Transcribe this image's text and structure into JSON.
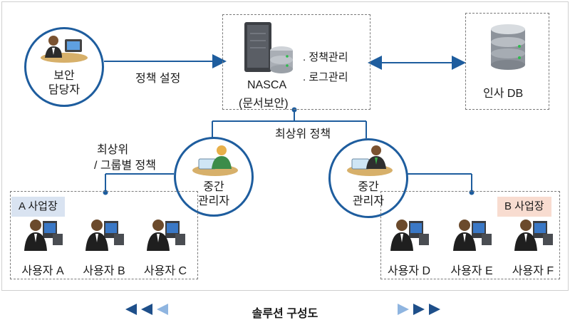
{
  "colors": {
    "line": "#1e5d9e",
    "arrow_dark": "#1e4f8a",
    "arrow_light": "#8fb5e0",
    "tag_a_bg": "#d9e3f1",
    "tag_b_bg": "#f8dcd0"
  },
  "server": {
    "name": "NASCA",
    "sub": "(문서보안)",
    "funcs": [
      ". 정책관리",
      ". 로그관리"
    ]
  },
  "db": {
    "label": "인사 DB"
  },
  "security_manager": {
    "line1": "보안",
    "line2": "담당자"
  },
  "policy_setting": "정책 설정",
  "top_policy": "최상위 정책",
  "group_policy": {
    "line1": "최상위",
    "line2": "/ 그룹별 정책"
  },
  "middle_left": {
    "line1": "중간",
    "line2": "관리자"
  },
  "middle_right": {
    "line1": "중간",
    "line2": "관리자"
  },
  "site_a": {
    "tag": "A 사업장",
    "users": [
      "사용자 A",
      "사용자 B",
      "사용자 C"
    ]
  },
  "site_b": {
    "tag": "B 사업장",
    "users": [
      "사용자 D",
      "사용자 E",
      "사용자 F"
    ]
  },
  "footer": {
    "title": "솔루션 구성도",
    "icons": [
      "arrow-left-icon",
      "arrow-right-icon"
    ]
  }
}
